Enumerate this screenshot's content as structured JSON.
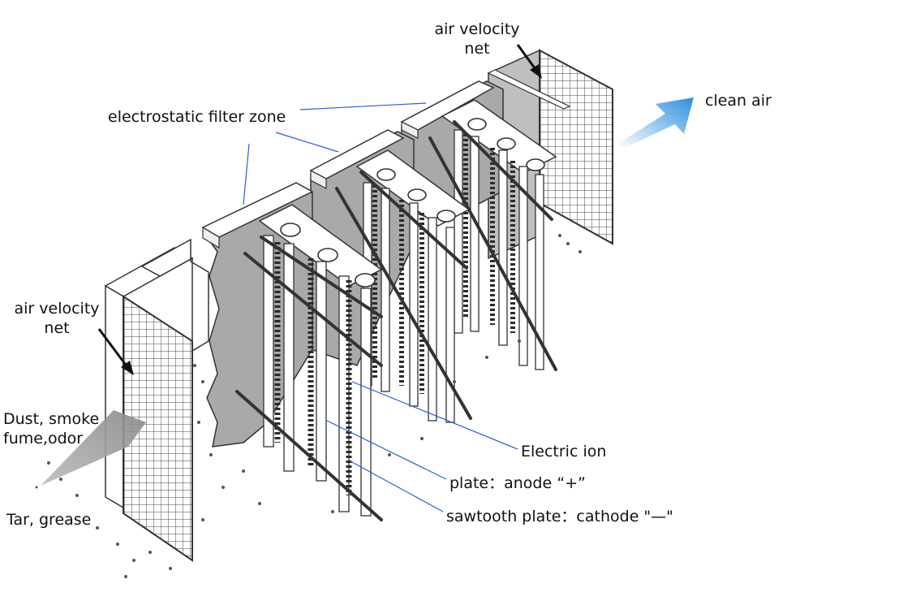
{
  "labels": {
    "air_velocity_net_top": [
      "air velocity",
      "net"
    ],
    "clean_air": "clean air",
    "electrostatic_filter_zone": "electrostatic filter zone",
    "air_velocity_net_left": [
      "air velocity",
      "net"
    ],
    "dust_smoke": [
      "Dust, smoke",
      "fume,odor"
    ],
    "tar_grease": "Tar, grease",
    "electric_ion": "Electric ion",
    "plate_anode": "plate：anode  “+”",
    "sawtooth_cathode": "sawtooth plate：cathode \"—\""
  },
  "colors": {
    "leader_line": "#2a5bd7",
    "outline": "#333333",
    "panel_fill": "#a9a9a9",
    "clean_air_arrow": "#2f8fdc",
    "cathode_teeth": "#2b2b2b"
  },
  "icons": [
    "arrow-icon",
    "clean-air-arrow-icon",
    "dust-cone-icon"
  ]
}
